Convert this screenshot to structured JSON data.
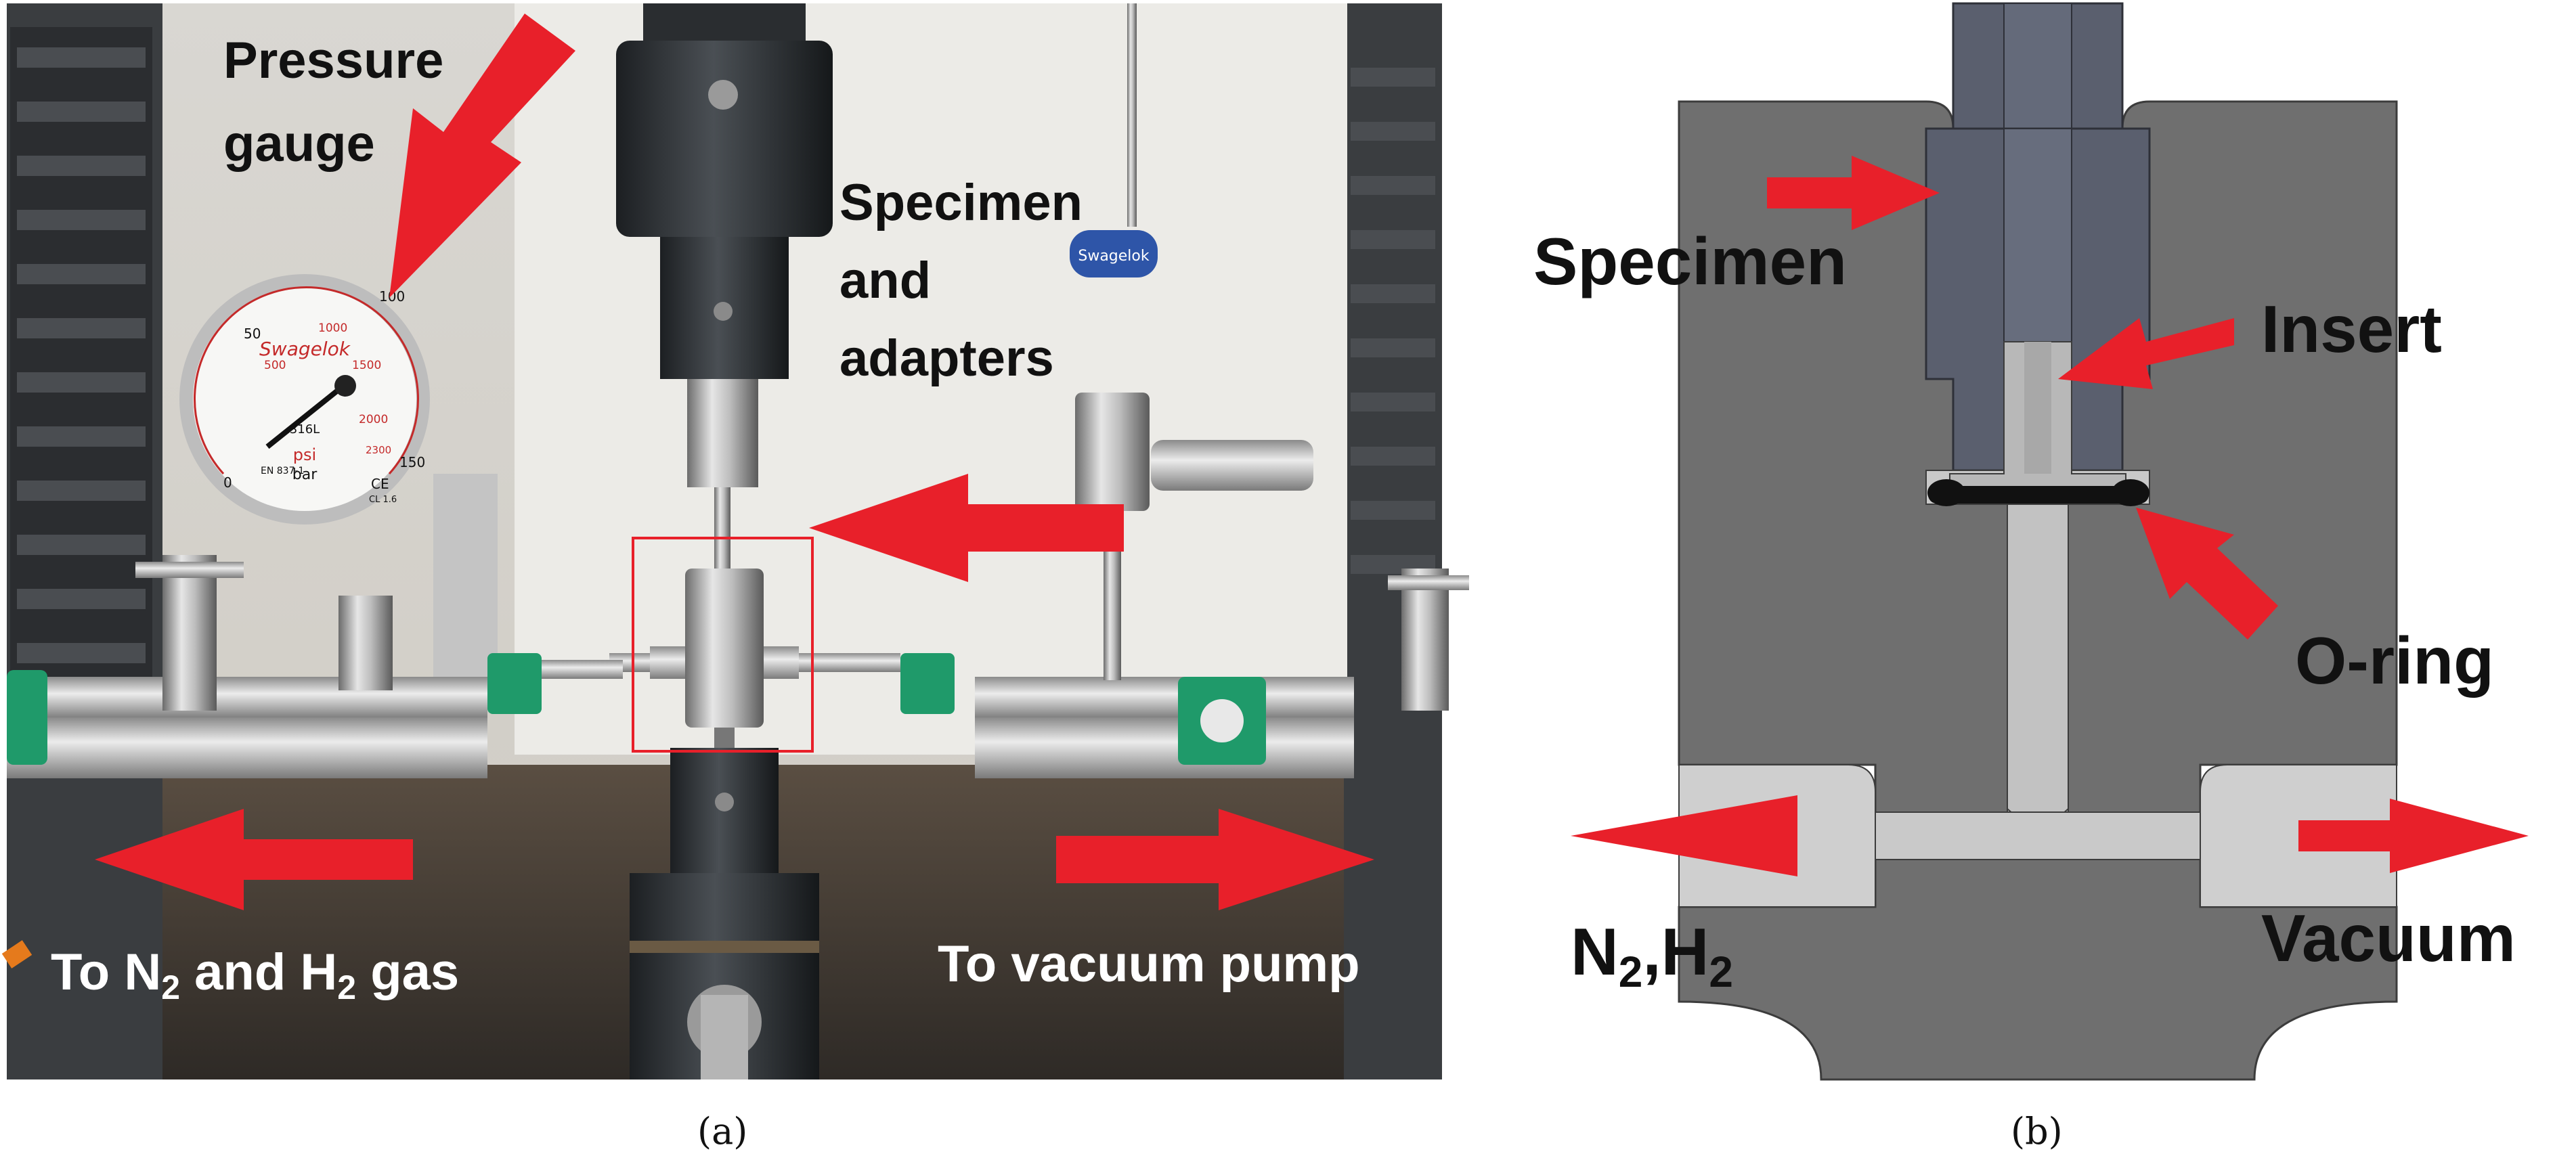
{
  "panel_a": {
    "caption": "(a)",
    "labels": {
      "pressure_gauge_line1": "Pressure",
      "pressure_gauge_line2": "gauge",
      "specimen_line1": "Specimen",
      "specimen_line2": "and",
      "specimen_line3": "adapters",
      "to_gas_prefix": "To N",
      "to_gas_sub1": "2",
      "to_gas_mid": " and H",
      "to_gas_sub2": "2",
      "to_gas_suffix": " gas",
      "to_vacuum": "To vacuum pump"
    },
    "gauge": {
      "brand": "Swagelok",
      "ticks": [
        "0",
        "50",
        "100",
        "150",
        "500",
        "1000",
        "1500",
        "2000",
        "2300"
      ],
      "unit_psi": "psi",
      "unit_bar": "bar",
      "marking": "316L",
      "code": "EN 837-1",
      "ce": "CE",
      "class": "CL 1.6"
    },
    "valve_brand": "Swagelok"
  },
  "panel_b": {
    "caption": "(b)",
    "labels": {
      "specimen": "Specimen",
      "insert": "Insert",
      "oring": "O-ring",
      "gas_prefix": "N",
      "gas_sub1": "2",
      "gas_mid": ",H",
      "gas_sub2": "2",
      "vacuum": "Vacuum"
    }
  },
  "colors": {
    "arrow": "#e8202a",
    "body_gray": "#6f6f6f",
    "specimen_slate": "#5a5f6e",
    "insert_gray": "#b8b8b8",
    "channel_gray": "#c9c9c9"
  }
}
